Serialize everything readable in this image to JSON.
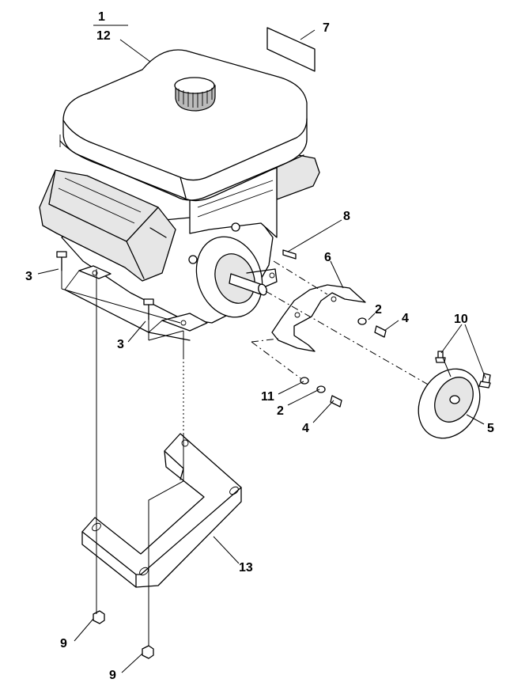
{
  "callouts": {
    "c1": "1",
    "c12": "12",
    "c7": "7",
    "c8": "8",
    "c6": "6",
    "c2a": "2",
    "c4a": "4",
    "c10": "10",
    "c5": "5",
    "c11": "11",
    "c2b": "2",
    "c4b": "4",
    "c3a": "3",
    "c3b": "3",
    "c13": "13",
    "c9a": "9",
    "c9b": "9"
  }
}
